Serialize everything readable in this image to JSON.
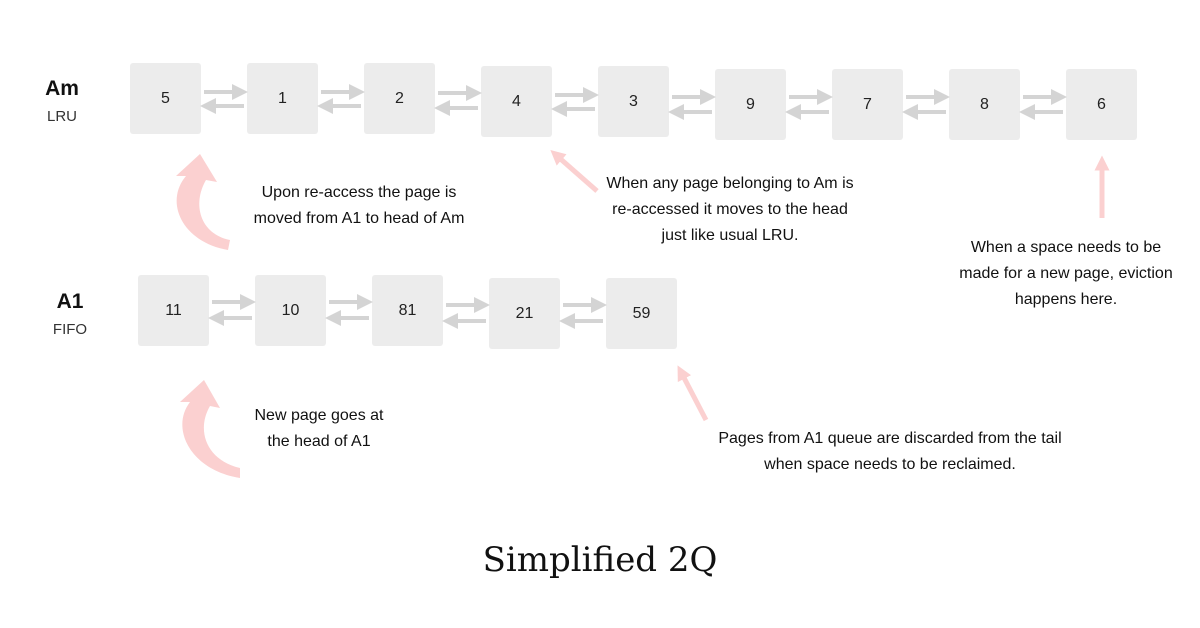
{
  "am": {
    "name": "Am",
    "type": "LRU",
    "nodes": [
      "5",
      "1",
      "2",
      "4",
      "3",
      "9",
      "7",
      "8",
      "6"
    ]
  },
  "a1": {
    "name": "A1",
    "type": "FIFO",
    "nodes": [
      "11",
      "10",
      "81",
      "21",
      "59"
    ]
  },
  "annotations": {
    "reaccess_a1": "Upon re-access the page is moved from A1 to head of Am",
    "reaccess_am": "When any page belonging to Am is re-accessed it moves to the head just like usual LRU.",
    "eviction": "When a space needs to be made for a new page, eviction happens here.",
    "new_page": "New page goes at the head of A1",
    "discard": "Pages from A1 queue are discarded from the tail when space needs to be reclaimed."
  },
  "title": "Simplified 2Q",
  "colors": {
    "node": "#ececec",
    "link_arrow": "#d4d4d4",
    "annotation_arrow": "#fbd0d0"
  }
}
